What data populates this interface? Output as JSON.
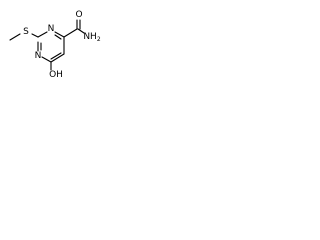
{
  "molecule": {
    "atoms": {
      "amide_nitrogen": "NH",
      "amide_nitrogen_h2": "2",
      "carbonyl_oxygen": "O",
      "ring_nitrogen_top": "N",
      "ring_nitrogen_bottom": "N",
      "sulfur": "S",
      "hydroxyl": "OH"
    },
    "colors": {
      "bond": "#000000",
      "label": "#000000",
      "background": "#ffffff"
    }
  }
}
